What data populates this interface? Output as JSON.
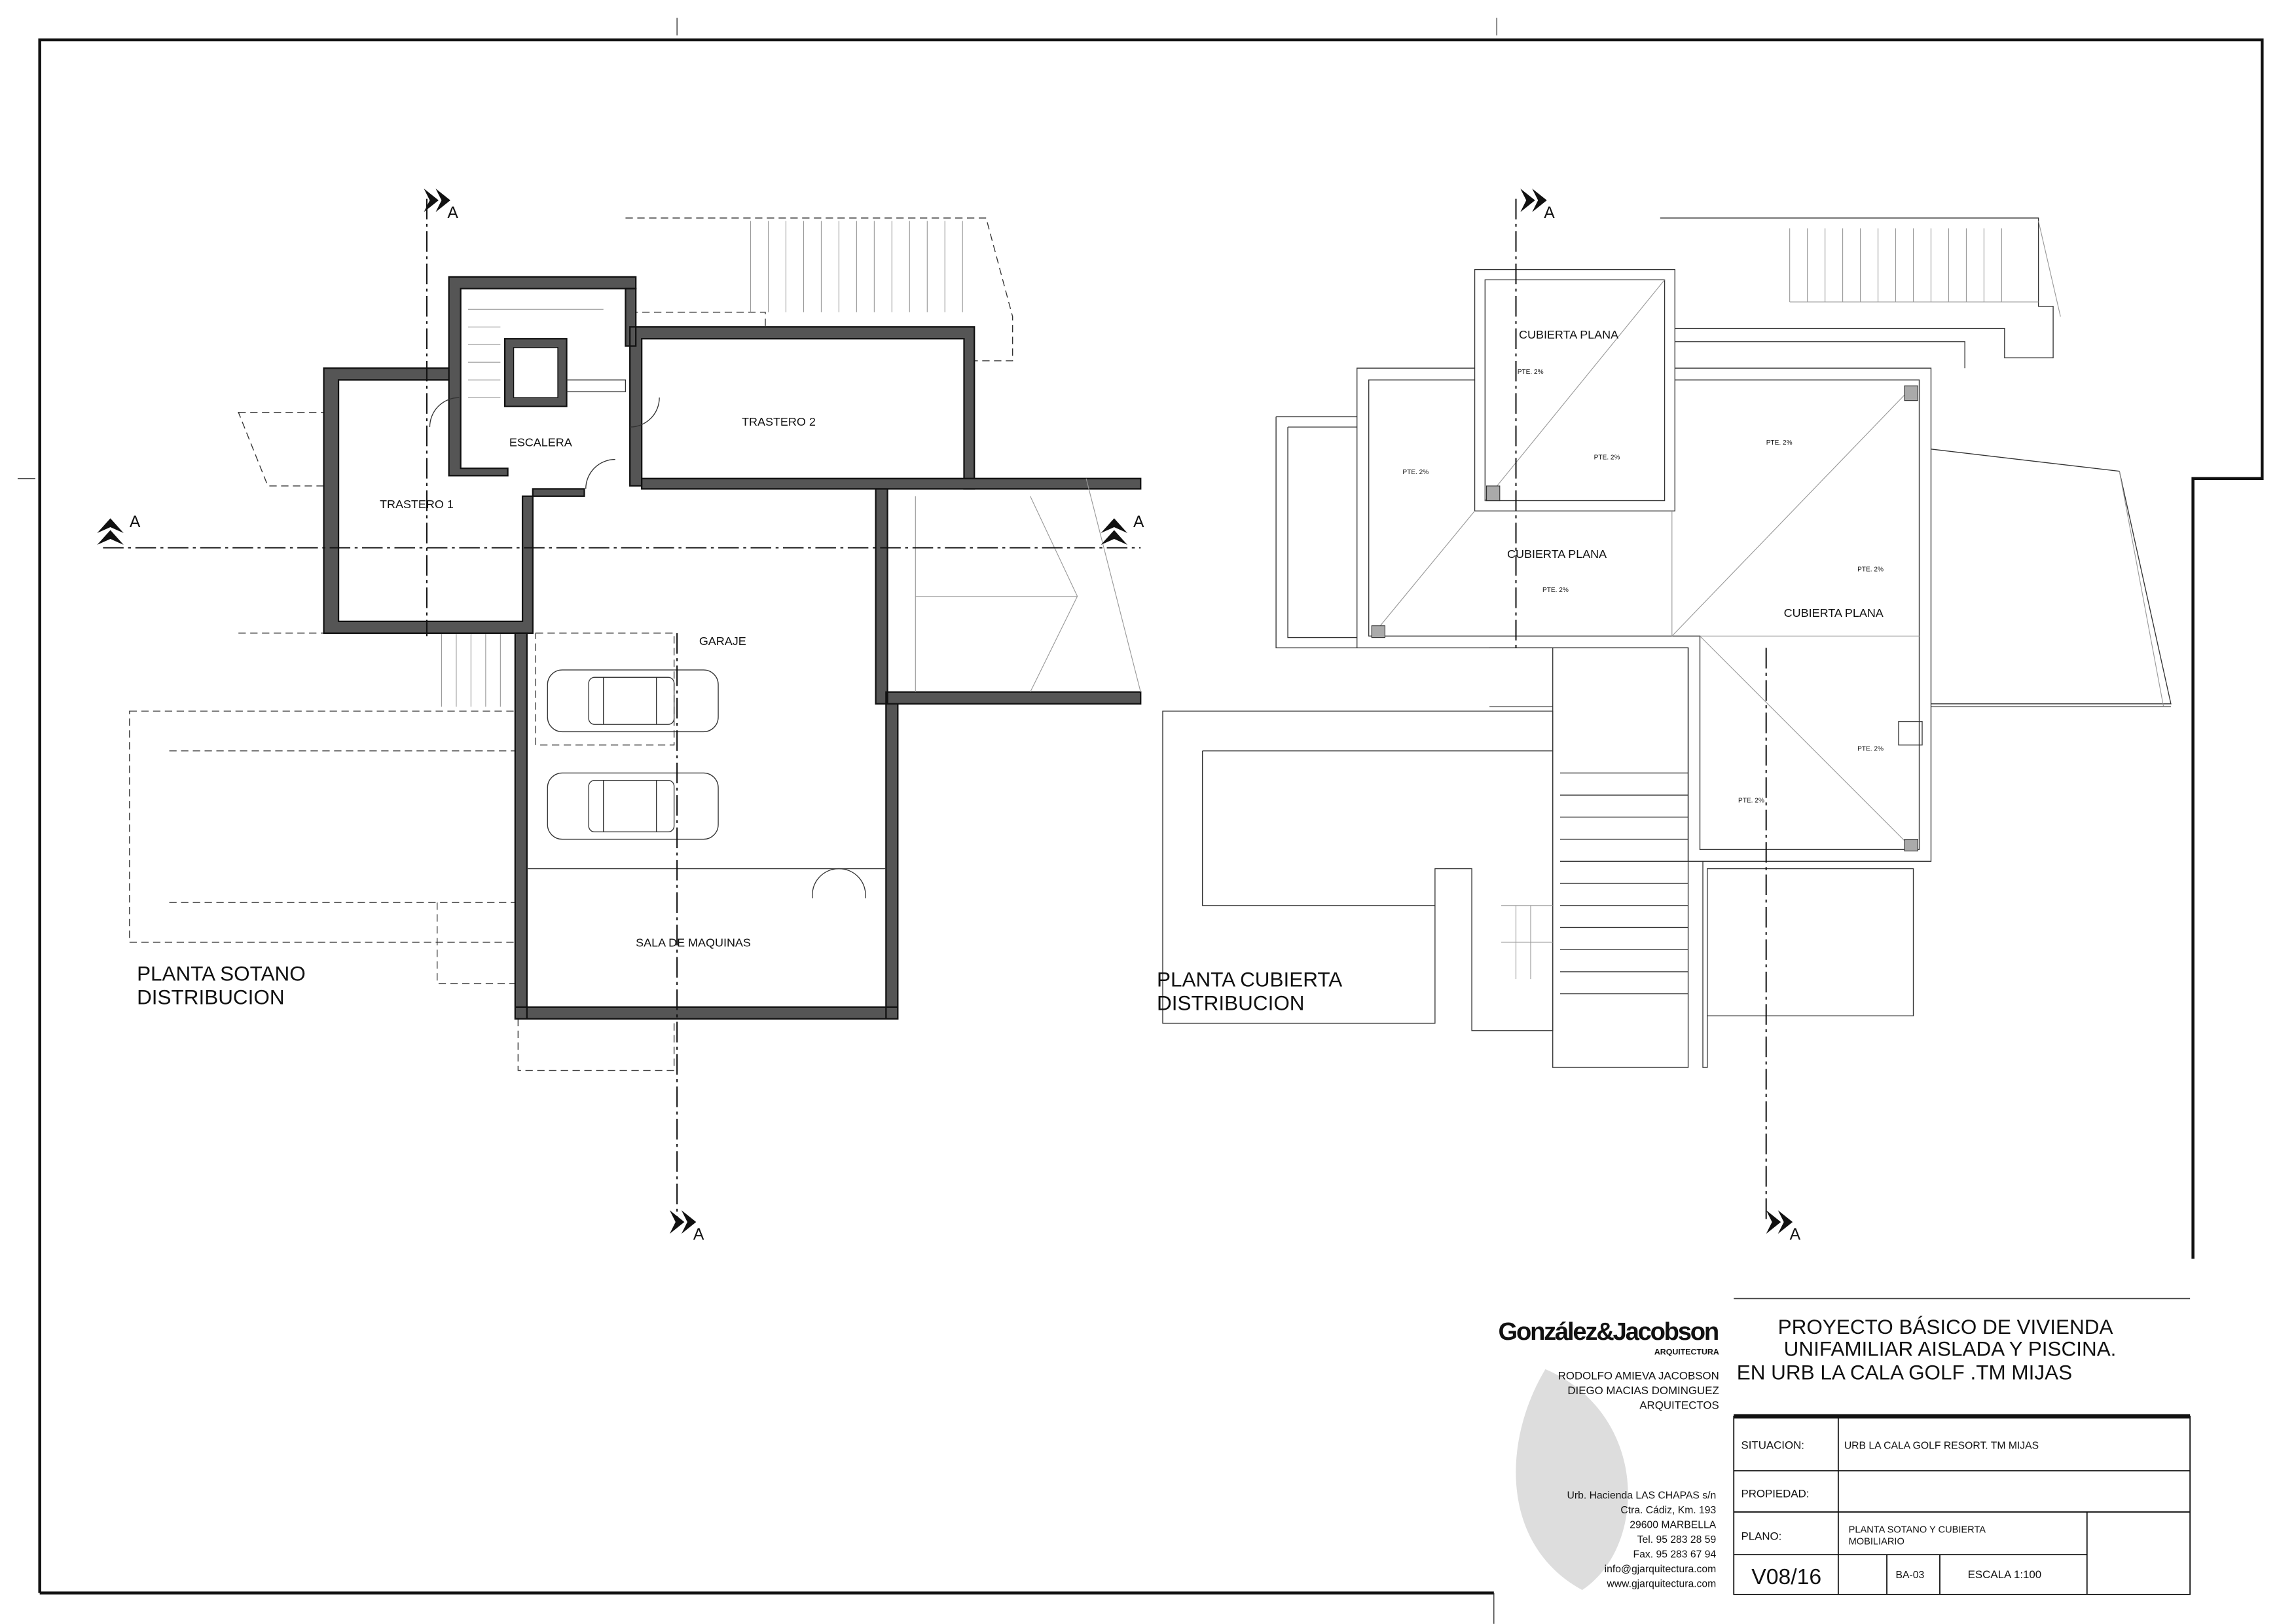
{
  "basement_plan": {
    "title_line1": "PLANTA SOTANO",
    "title_line2": "DISTRIBUCION",
    "rooms": [
      "ESCALERA",
      "TRASTERO 2",
      "TRASTERO 1",
      "GARAJE",
      "SALA DE MAQUINAS"
    ]
  },
  "roof_plan": {
    "title_line1": "PLANTA CUBIERTA",
    "title_line2": "DISTRIBUCION",
    "rooms": [
      "CUBIERTA PLANA",
      "CUBIERTA PLANA",
      "CUBIERTA PLANA"
    ],
    "slope_label": "PTE. 2%"
  },
  "section_marker": "A",
  "firm": {
    "logo": "González & Jacobson ARQUITECTURA",
    "architects": [
      "RODOLFO AMIEVA JACOBSON",
      "DIEGO MACIAS DOMINGUEZ",
      "ARQUITECTOS"
    ],
    "address": [
      "Urb. Hacienda LAS CHAPAS s/n",
      "Ctra. Cádiz, Km. 193",
      "29600  MARBELLA",
      "Tel.  95 283 28 59",
      "Fax. 95 283 67 94",
      "info@gjarquitectura.com",
      "www.gjarquitectura.com"
    ]
  },
  "project": {
    "title": [
      "PROYECTO BÁSICO DE  VIVIENDA",
      "UNIFAMILIAR AISLADA Y PISCINA.",
      "EN URB LA CALA GOLF .TM MIJAS"
    ],
    "situacion_label": "SITUACION:",
    "situacion_value": "URB LA CALA GOLF RESORT. TM MIJAS",
    "propiedad_label": "PROPIEDAD:",
    "propiedad_value": "",
    "plano_label": "PLANO:",
    "plano_value": [
      "PLANTA  SOTANO  Y  CUBIERTA",
      "MOBILIARIO"
    ],
    "version": "V08/16",
    "sheet_code": "BA-03",
    "scale": "ESCALA 1:100"
  }
}
